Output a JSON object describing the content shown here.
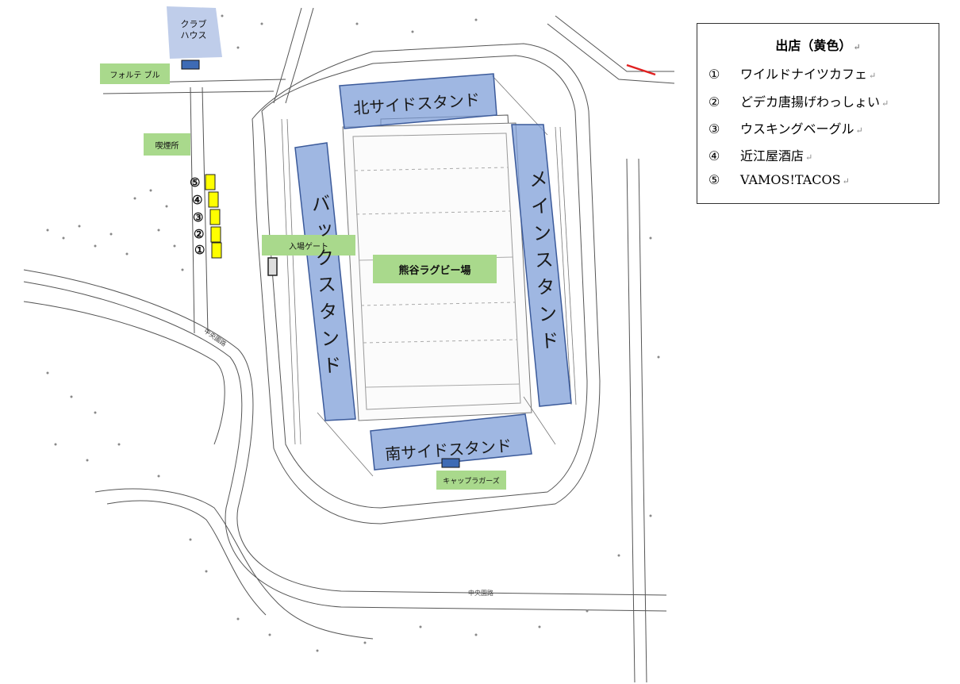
{
  "map": {
    "club_house": "クラブ\nハウス",
    "forte_table": "フォルテ ブル",
    "smoking_area": "喫煙所",
    "entrance_gate": "入場ゲート",
    "stadium_name": "熊谷ラグビー場",
    "cap_rangers": "キャップラガーズ",
    "stands": {
      "north": "北サイドスタンド",
      "south": "南サイドスタンド",
      "back": "バックスタンド",
      "main": "メインスタンド"
    },
    "stall_numbers": [
      "⑤",
      "④",
      "③",
      "②",
      "①"
    ],
    "road_labels": [
      "中央園路",
      "中央園路"
    ]
  },
  "legend": {
    "title": "出店（黄色）",
    "items": [
      {
        "num": "①",
        "name": "ワイルドナイツカフェ"
      },
      {
        "num": "②",
        "name": "どデカ唐揚げわっしょい"
      },
      {
        "num": "③",
        "name": "ウスキングベーグル"
      },
      {
        "num": "④",
        "name": "近江屋酒店"
      },
      {
        "num": "⑤",
        "name": "VAMOS!TACOS"
      }
    ]
  },
  "colors": {
    "stand_fill": "#7f9fd8",
    "stand_border": "#3b5a9a",
    "label_green": "#a9d98c",
    "stall_yellow": "#ffff00",
    "club_house_blue": "#b8c8e8",
    "marker_blue": "#3e6bb5",
    "red_line": "#e02020"
  }
}
